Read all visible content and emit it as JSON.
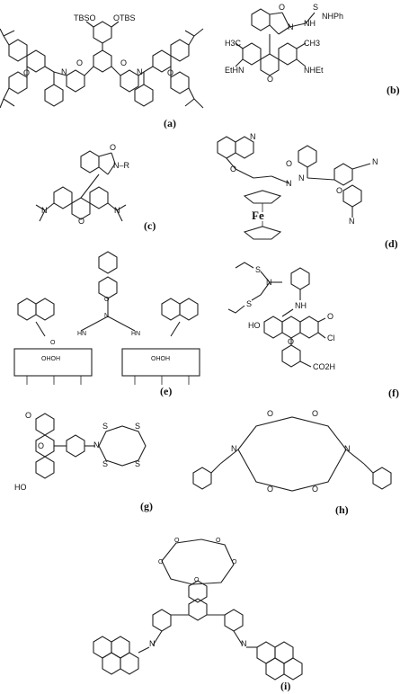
{
  "panels": [
    {
      "id": "a",
      "label": "(a)",
      "atoms": [
        "TBSO",
        "OTBS",
        "O",
        "N",
        "O",
        "N",
        "O",
        "O"
      ]
    },
    {
      "id": "b",
      "label": "(b)",
      "atoms": [
        "O",
        "S",
        "NHPh",
        "N",
        "NH",
        "H3C",
        "CH3",
        "O",
        "EtHN",
        "NHEt"
      ]
    },
    {
      "id": "c",
      "label": "(c)",
      "atoms": [
        "O",
        "N–R",
        "N",
        "O",
        "N"
      ]
    },
    {
      "id": "d",
      "label": "(d)",
      "atoms": [
        "N",
        "O",
        "O",
        "N",
        "N",
        "N",
        "O",
        "N",
        "Fe"
      ]
    },
    {
      "id": "e",
      "label": "(e)",
      "atoms": [
        "N",
        "HN",
        "HN",
        "O",
        "OHOH",
        "OHOH",
        "O"
      ]
    },
    {
      "id": "f",
      "label": "(f)",
      "atoms": [
        "S",
        "N",
        "S",
        "NH",
        "HO",
        "O",
        "O",
        "Cl",
        "CO2H"
      ]
    },
    {
      "id": "g",
      "label": "(g)",
      "atoms": [
        "O",
        "O",
        "HO",
        "N",
        "S",
        "S",
        "S",
        "S"
      ]
    },
    {
      "id": "h",
      "label": "(h)",
      "atoms": [
        "O",
        "O",
        "N",
        "N",
        "O",
        "O"
      ]
    },
    {
      "id": "i",
      "label": "(i)",
      "atoms": [
        "O",
        "O",
        "O",
        "O",
        "O",
        "N",
        "N"
      ]
    }
  ]
}
